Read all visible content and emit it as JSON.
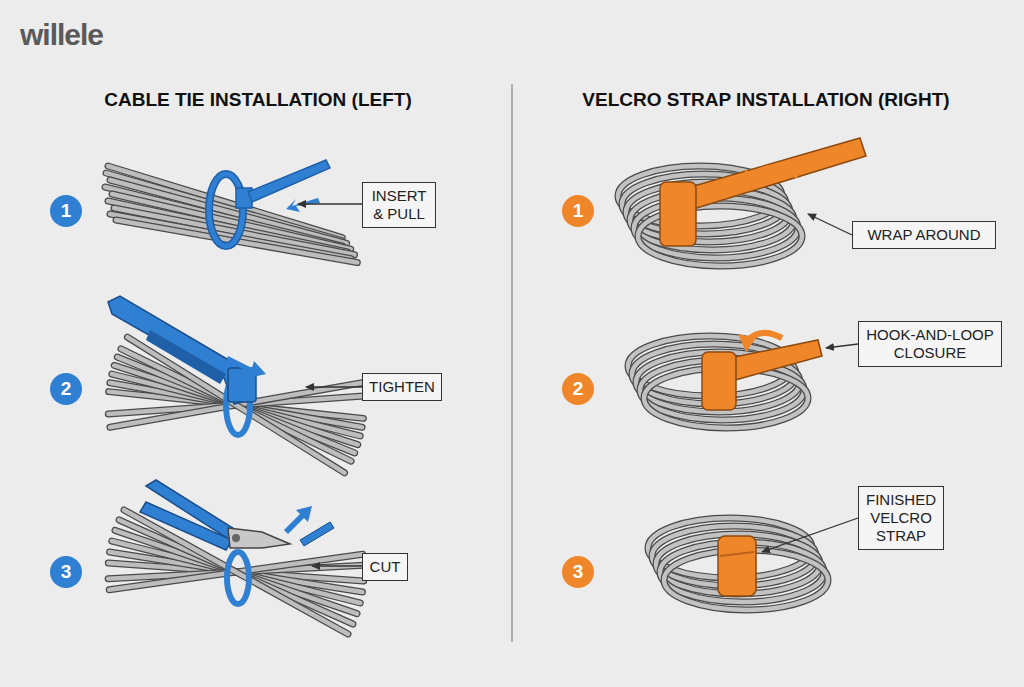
{
  "diagram": {
    "nodes": [
      {
        "text": [
          "1"
        ]
      },
      {
        "text": [
          "INSERT & PULL"
        ]
      },
      {
        "text": [
          "2"
        ]
      },
      {
        "text": [
          "TIGHTEN"
        ]
      },
      {
        "text": [
          "3"
        ]
      },
      {
        "text": [
          "CUT"
        ]
      },
      {
        "text": [
          "1"
        ]
      },
      {
        "text": [
          "WRAP AROUND"
        ]
      },
      {
        "text": [
          "2"
        ]
      },
      {
        "text": [
          "HOOK-AND-LOOP CLOSURE"
        ]
      },
      {
        "text": [
          "3"
        ]
      },
      {
        "text": [
          "FINISHED VELCRO STRAP"
        ]
      }
    ],
    "labels": [
      "willele",
      "CABLE TIE INSTALLATION (LEFT)",
      "VELCRO STRAP INSTALLATION (RIGHT)"
    ]
  }
}
